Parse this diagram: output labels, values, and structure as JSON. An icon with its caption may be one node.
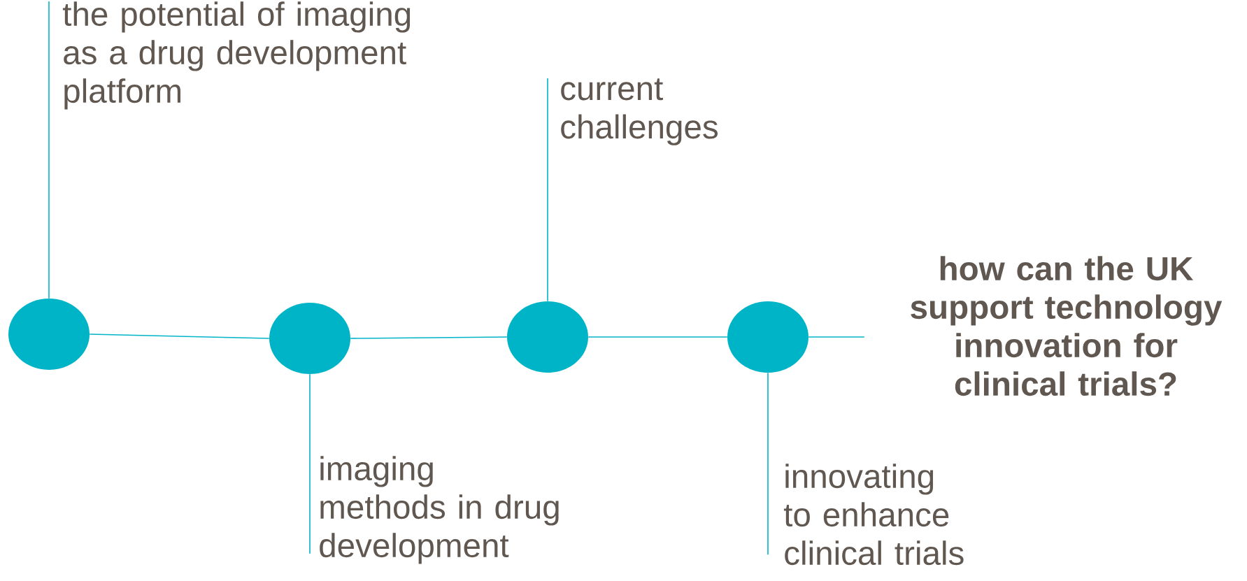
{
  "diagram": {
    "nodes": [
      {
        "text": [],
        "shape": "circle"
      },
      {
        "text": [],
        "shape": "circle"
      },
      {
        "text": [],
        "shape": "circle"
      },
      {
        "text": [],
        "shape": "circle"
      },
      {
        "text": [
          "the potential of imaging as a drug development platform"
        ]
      },
      {
        "text": [
          "current challenges"
        ]
      },
      {
        "text": [
          "imaging methods in drug development"
        ]
      },
      {
        "text": [
          "innovating to enhance clinical trials"
        ]
      },
      {
        "text": [
          "how can the UK support technology innovation for clinical trials?"
        ]
      }
    ],
    "edges": [
      {
        "from": 0,
        "to": 1,
        "arrow": "none"
      },
      {
        "from": 1,
        "to": 2,
        "arrow": "none"
      },
      {
        "from": 2,
        "to": 3,
        "arrow": "none"
      },
      {
        "from": 3,
        "to": 8,
        "arrow": "none"
      },
      {
        "from": 4,
        "to": 0,
        "arrow": "none"
      },
      {
        "from": 5,
        "to": 2,
        "arrow": "none"
      },
      {
        "from": 6,
        "to": 1,
        "arrow": "none"
      },
      {
        "from": 7,
        "to": 3,
        "arrow": "none"
      }
    ]
  }
}
